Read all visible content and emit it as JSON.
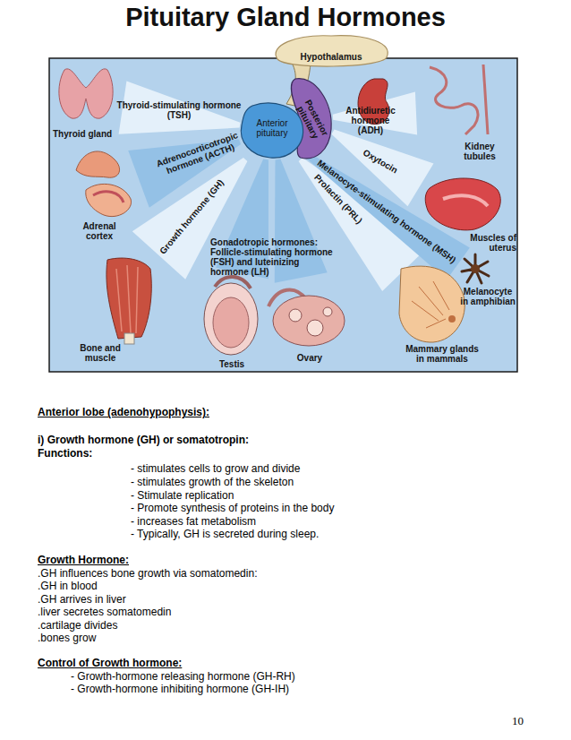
{
  "diagram": {
    "title": "Pituitary Gland Hormones",
    "nodes": [
      {
        "text": [
          "Hypothalamus"
        ]
      },
      {
        "text": [
          "Posterior pituitary"
        ]
      },
      {
        "text": [
          "Anterior pituitary"
        ]
      },
      {
        "text": [
          "Thyroid gland"
        ]
      },
      {
        "text": [
          "Kidney tubules"
        ]
      },
      {
        "text": [
          "Adrenal cortex"
        ]
      },
      {
        "text": [
          "Muscles of uterus"
        ]
      },
      {
        "text": [
          "Melanocyte in amphibian"
        ]
      },
      {
        "text": [
          "Bone and muscle"
        ]
      },
      {
        "text": [
          "Testis"
        ]
      },
      {
        "text": [
          "Ovary"
        ]
      },
      {
        "text": [
          "Mammary glands in mammals"
        ]
      }
    ],
    "edges": [
      {
        "from": 2,
        "to": 3,
        "label": "Thyroid-stimulating hormone (TSH)",
        "arrow": "none"
      },
      {
        "from": 2,
        "to": 5,
        "label": "Adrenocorticotropic hormone (ACTH)",
        "arrow": "none"
      },
      {
        "from": 2,
        "to": 8,
        "label": "Growth hormone (GH)",
        "arrow": "none"
      },
      {
        "from": 2,
        "to": 9,
        "label": "Gonadotropic hormones: Follicle-stimulating hormone (FSH) and luteinizing hormone (LH)",
        "arrow": "none"
      },
      {
        "from": 2,
        "to": 10,
        "arrow": "none"
      },
      {
        "from": 2,
        "to": 11,
        "label": "Prolactin (PRL)",
        "arrow": "none"
      },
      {
        "from": 2,
        "to": 7,
        "label": "Melanocyte-stimulating hormone (MSH)",
        "arrow": "none"
      },
      {
        "from": 1,
        "to": 4,
        "label": "Antidiuretic hormone (ADH)",
        "arrow": "none"
      },
      {
        "from": 1,
        "to": 6,
        "label": "Oxytocin",
        "arrow": "none"
      }
    ],
    "labels": [
      "Anterior lobe (adenohypophysis):",
      "i) Growth hormone (GH) or somatotropin:",
      "Functions:",
      "- stimulates cells to grow and divide",
      "- stimulates growth of the skeleton",
      "- Stimulate replication",
      "- Promote synthesis of proteins in the body",
      "- increases fat metabolism",
      "- Typically, GH is secreted during sleep.",
      "Growth Hormone:",
      ".GH influences bone growth via somatomedin:",
      ".GH in blood",
      ".GH arrives in liver",
      ".liver secretes somatomedin",
      ".cartilage divides",
      ".bones grow",
      "Control of Growth hormone:",
      "- Growth-hormone releasing hormone (GH-RH)",
      "- Growth-hormone inhibiting hormone (GH-IH)",
      "10"
    ]
  }
}
